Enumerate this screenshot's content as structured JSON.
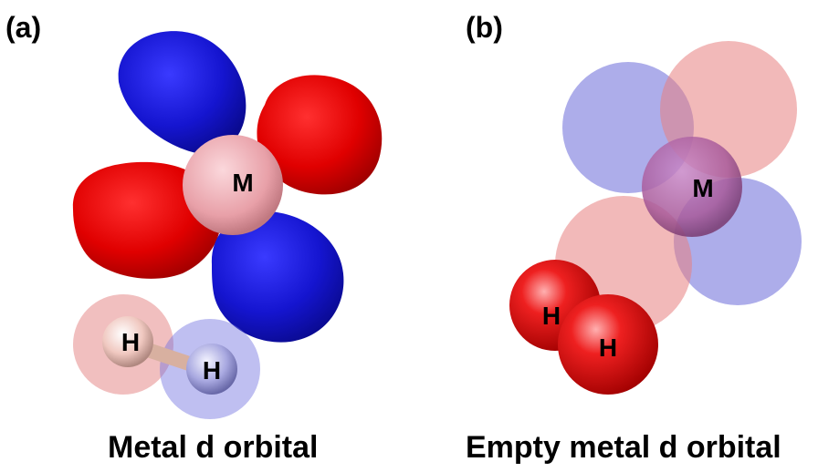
{
  "panel_a": {
    "label": "(a)",
    "caption": "Metal d orbital",
    "atoms": {
      "metal": "M",
      "h1": "H",
      "h2": "H"
    }
  },
  "panel_b": {
    "label": "(b)",
    "caption": "Empty metal d orbital",
    "atoms": {
      "metal": "M",
      "h1": "H",
      "h2": "H"
    }
  },
  "colors": {
    "positive_lobe": "#e00000",
    "negative_lobe": "#1a1ad6",
    "metal_atom": "#e8a0a8",
    "h_atom_pink": "#f0c8c0",
    "h_atom_blue": "#a8a8e0"
  }
}
